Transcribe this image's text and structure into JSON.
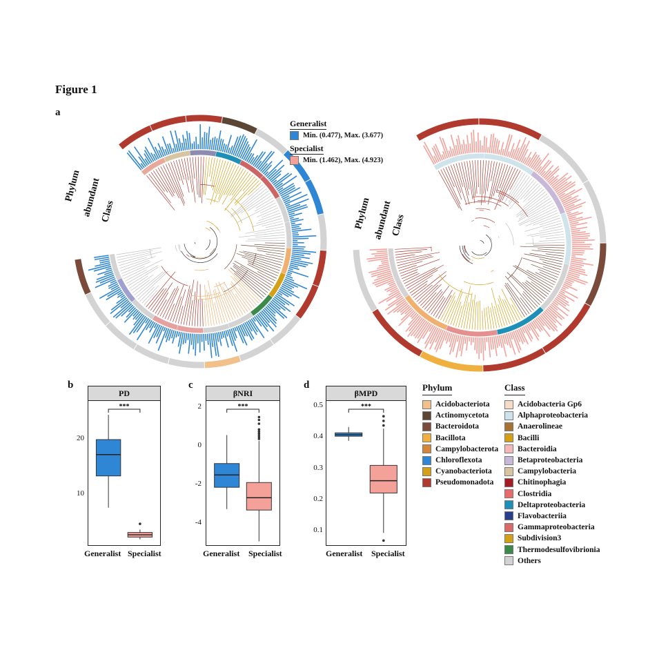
{
  "figure_title": "Figure 1",
  "panels": {
    "a": "a",
    "b": "b",
    "c": "c",
    "d": "d"
  },
  "trees": {
    "left": {
      "ring_labels": {
        "phylum": "Phylum",
        "abundant": "abundant",
        "class": "Class"
      },
      "bar_color": "#2f86d4",
      "class_ring_colors": [
        "#e8a99a",
        "#d6c5a0",
        "#8c8cb0",
        "#1e90b8",
        "#c66",
        "#c66",
        "#d3d3d3",
        "#d3d3d3",
        "#f0b070",
        "#d4a017",
        "#3b8a4a",
        "#d3d3d3",
        "#d3d3d3",
        "#e7a0a0",
        "#e7a0a0",
        "#d3d3d3",
        "#a0a0d0",
        "#d3d3d3"
      ],
      "phylum_ring_colors": [
        "#b03a2e",
        "#b03a2e",
        "#b03a2e",
        "#5b4636",
        "#d3d3d3",
        "#2f86d4",
        "#2f86d4",
        "#d3d3d3",
        "#b03a2e",
        "#b03a2e",
        "#d3d3d3",
        "#d3d3d3",
        "#f2c08a",
        "#d3d3d3",
        "#d3d3d3",
        "#d3d3d3",
        "#d3d3d3",
        "#7a4b3a"
      ],
      "clade_colors": [
        "#b03a2e",
        "#d4a017",
        "#c0c0c0",
        "#7a4b3a",
        "#f0b070",
        "#b03a2e",
        "#c0c0c0"
      ]
    },
    "right": {
      "ring_labels": {
        "phylum": "Phylum",
        "abundant": "abundant",
        "class": "Class"
      },
      "bar_color": "#f4a19a",
      "class_ring_colors": [
        "#cfe3ea",
        "#cfe3ea",
        "#c8b8d8",
        "#cfe3ea",
        "#d3d3d3",
        "#1e90b8",
        "#e58f8f",
        "#f0b070",
        "#d3d3d3"
      ],
      "phylum_ring_colors": [
        "#b03a2e",
        "#b03a2e",
        "#d3d3d3",
        "#d3d3d3",
        "#7a4b3a",
        "#b03a2e",
        "#b03a2e",
        "#f0b040",
        "#b03a2e",
        "#d3d3d3"
      ],
      "clade_colors": [
        "#b03a2e",
        "#c0c0c0",
        "#7a4b3a",
        "#d4a017",
        "#b03a2e"
      ]
    }
  },
  "gradient_legend": {
    "generalist": {
      "title": "Generalist",
      "range": "Min. (0.477), Max. (3.677)",
      "color": "#2f86d4"
    },
    "specialist": {
      "title": "Specialist",
      "range": "Min. (1.462), Max. (4.923)",
      "color": "#f4a19a"
    }
  },
  "chart_data": [
    {
      "type": "box",
      "title": "PD",
      "categories": [
        "Generalist",
        "Specialist"
      ],
      "ylim": [
        2,
        27
      ],
      "yticks": [
        10,
        20
      ],
      "significance": "***",
      "boxes": [
        {
          "name": "Generalist",
          "min": 8.5,
          "q1": 14,
          "median": 17.7,
          "q3": 20.3,
          "max": 24.6,
          "outliers": [],
          "color": "#2f86d4"
        },
        {
          "name": "Specialist",
          "min": 3.0,
          "q1": 3.4,
          "median": 3.8,
          "q3": 4.2,
          "max": 4.7,
          "outliers": [
            5.7
          ],
          "color": "#f4a19a"
        }
      ]
    },
    {
      "type": "box",
      "title": "βNRI",
      "categories": [
        "Generalist",
        "Specialist"
      ],
      "ylim": [
        -5,
        2.6
      ],
      "yticks": [
        2,
        0,
        -2,
        -4
      ],
      "significance": "***",
      "boxes": [
        {
          "name": "Generalist",
          "min": -3.1,
          "q1": -1.95,
          "median": -1.3,
          "q3": -0.7,
          "max": 0.8,
          "outliers": [],
          "color": "#2f86d4"
        },
        {
          "name": "Specialist",
          "min": -4.8,
          "q1": -3.15,
          "median": -2.5,
          "q3": -1.7,
          "max": 0.5,
          "outliers": [
            0.6,
            0.7,
            0.8,
            0.9,
            1.0,
            1.1,
            1.4,
            1.6,
            1.75
          ],
          "color": "#f4a19a"
        }
      ]
    },
    {
      "type": "box",
      "title": "βMPD",
      "categories": [
        "Generalist",
        "Specialist"
      ],
      "ylim": [
        0.06,
        0.53
      ],
      "yticks": [
        0.5,
        0.4,
        0.3,
        0.2,
        0.1
      ],
      "significance": "***",
      "boxes": [
        {
          "name": "Generalist",
          "min": 0.4,
          "q1": 0.415,
          "median": 0.42,
          "q3": 0.426,
          "max": 0.445,
          "outliers": [],
          "color": "#2f86d4"
        },
        {
          "name": "Specialist",
          "min": 0.1,
          "q1": 0.23,
          "median": 0.27,
          "q3": 0.32,
          "max": 0.44,
          "outliers": [
            0.075,
            0.45,
            0.465,
            0.48
          ],
          "color": "#f4a19a"
        }
      ]
    }
  ],
  "phylum_legend": {
    "title": "Phylum",
    "items": [
      {
        "label": "Acidobacteriota",
        "color": "#f2c08a"
      },
      {
        "label": "Actinomycetota",
        "color": "#5b4636"
      },
      {
        "label": "Bacteroidota",
        "color": "#7a4b3a"
      },
      {
        "label": "Bacillota",
        "color": "#f0b040"
      },
      {
        "label": "Campylobacterota",
        "color": "#d2873a"
      },
      {
        "label": "Chloroflexota",
        "color": "#2f86d4"
      },
      {
        "label": "Cyanobacteriota",
        "color": "#d4a017"
      },
      {
        "label": "Pseudomonadota",
        "color": "#b03a2e"
      }
    ]
  },
  "class_legend": {
    "title": "Class",
    "items": [
      {
        "label": "Acidobacteria Gp6",
        "color": "#f4dcc8"
      },
      {
        "label": "Alphaproteobacteria",
        "color": "#cfe3ea"
      },
      {
        "label": "Anaerolineae",
        "color": "#a67332"
      },
      {
        "label": "Bacilli",
        "color": "#d4a017"
      },
      {
        "label": "Bacteroidia",
        "color": "#f4b8b8"
      },
      {
        "label": "Betaproteobacteria",
        "color": "#c8b8d8"
      },
      {
        "label": "Campylobacteria",
        "color": "#d6c5a0"
      },
      {
        "label": "Chitinophagia",
        "color": "#a51d24"
      },
      {
        "label": "Clostridia",
        "color": "#e86a6a"
      },
      {
        "label": "Deltaproteobacteria",
        "color": "#1e90b8"
      },
      {
        "label": "Flavobacteriia",
        "color": "#283f8c"
      },
      {
        "label": "Gammaproteobacteria",
        "color": "#d96a6a"
      },
      {
        "label": "Subdivision3",
        "color": "#d4a017"
      },
      {
        "label": "Thermodesulfovibrionia",
        "color": "#3b8a4a"
      },
      {
        "label": "Others",
        "color": "#d3d3d3"
      }
    ]
  }
}
